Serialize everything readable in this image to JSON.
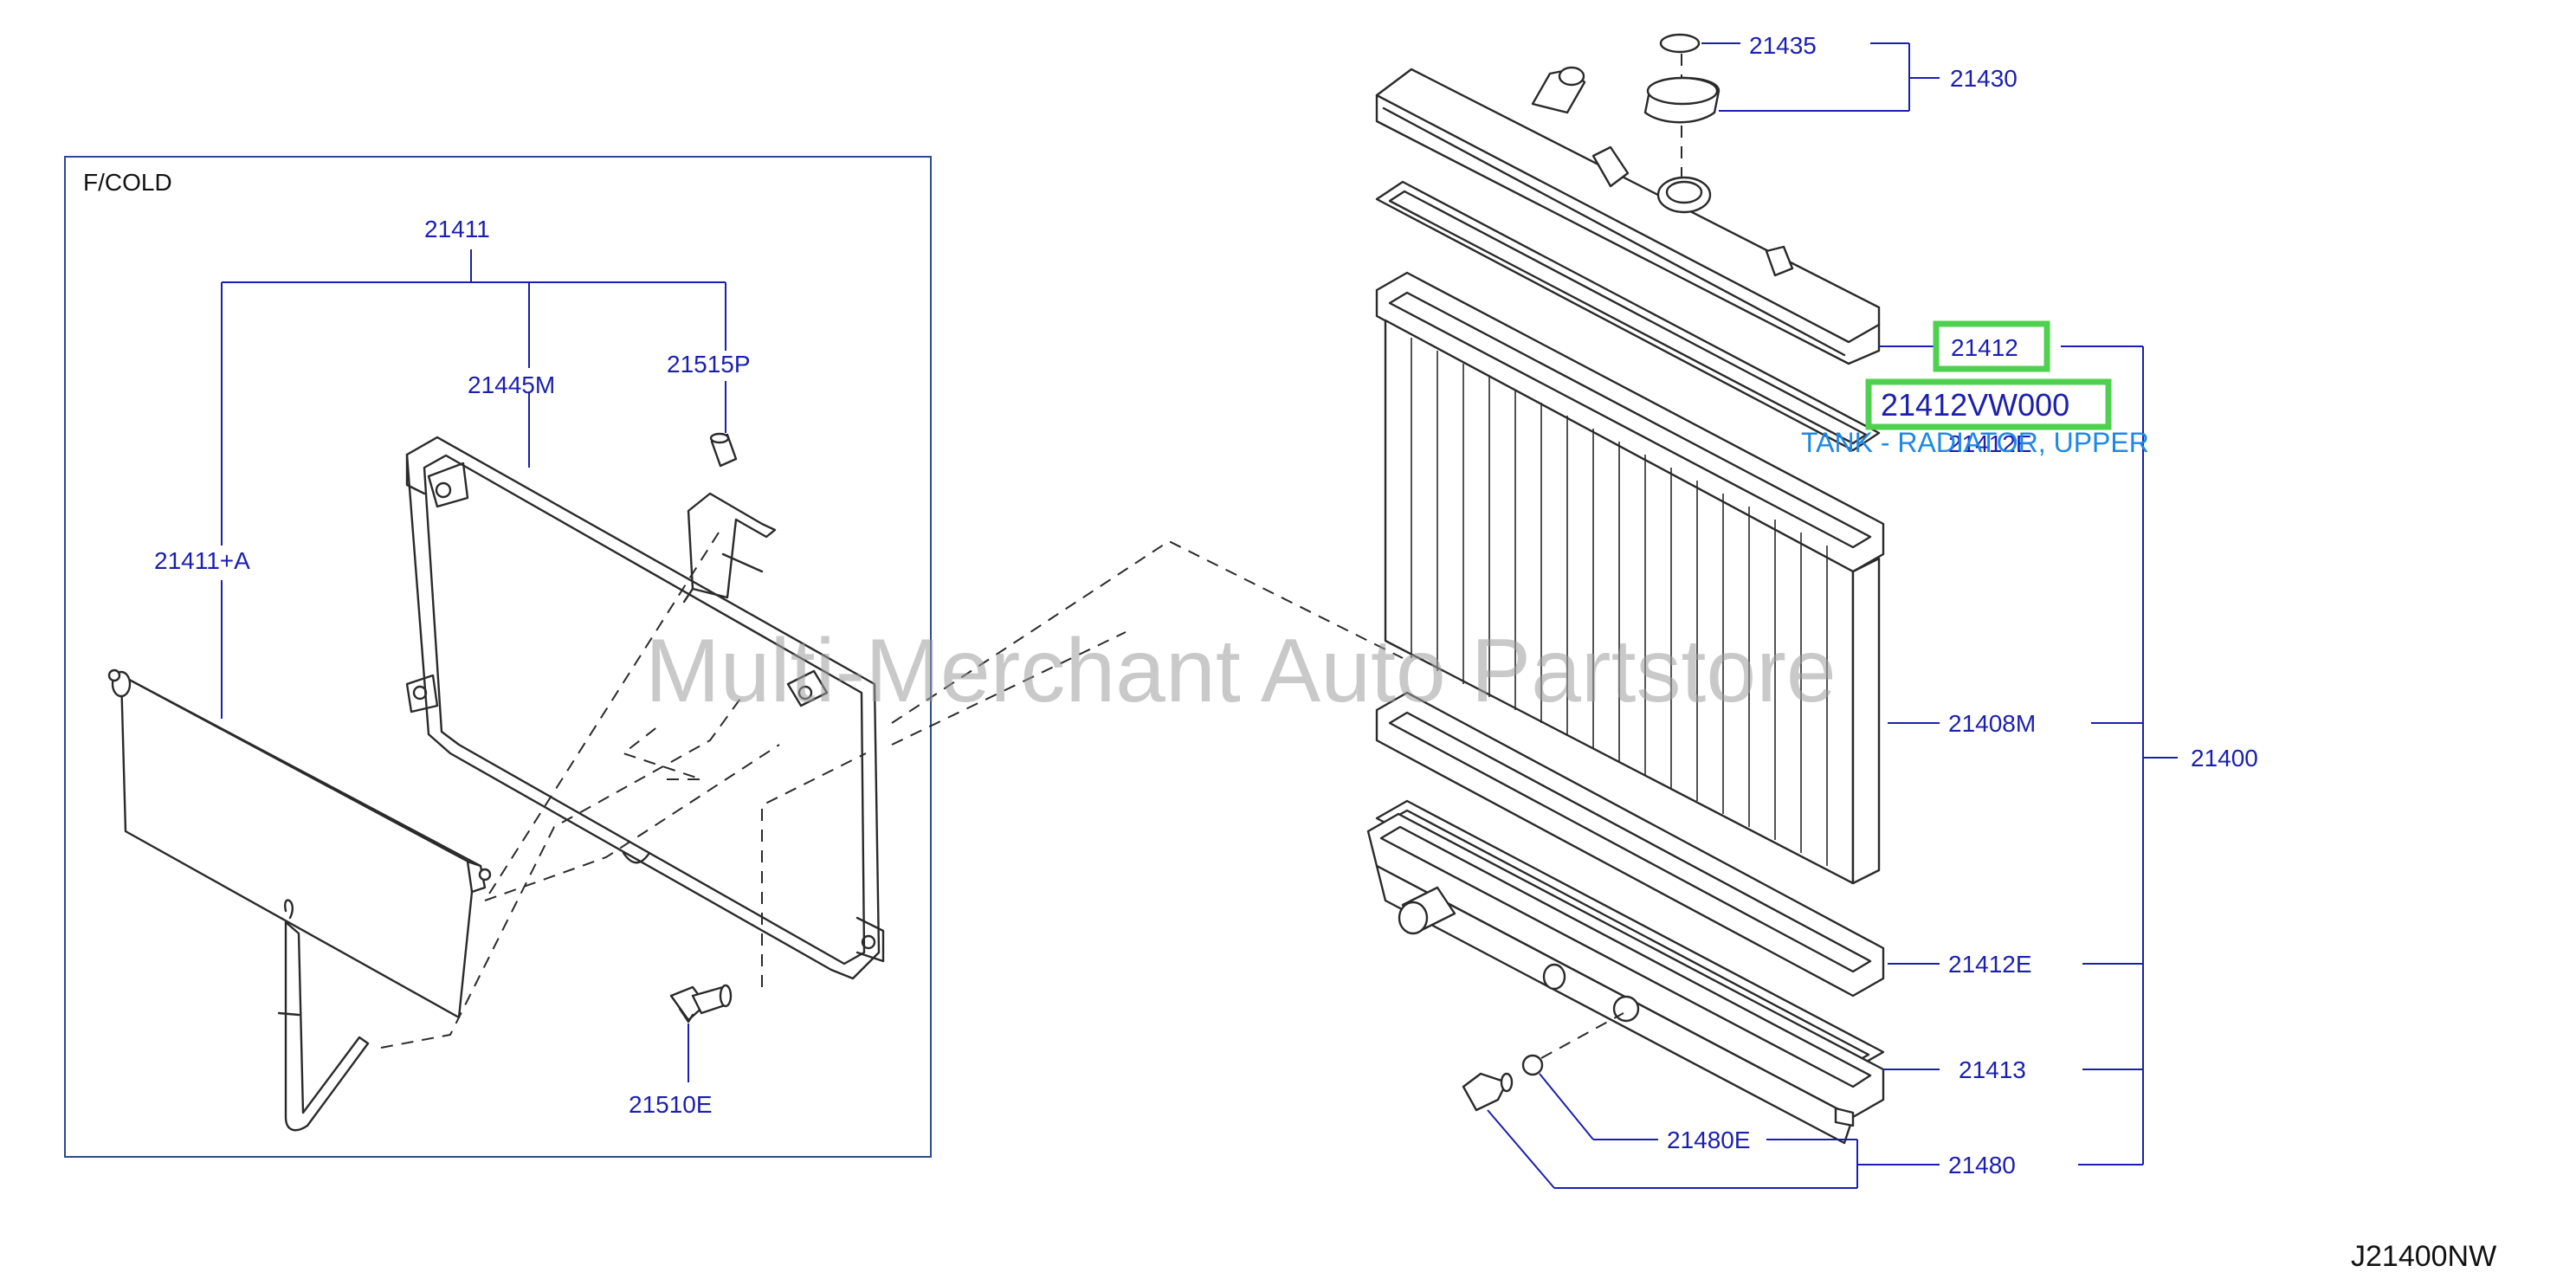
{
  "frame": {
    "title": "F/COLD"
  },
  "parts": {
    "p21411": "21411",
    "p21445M": "21445M",
    "p21515P": "21515P",
    "p21411A": "21411+A",
    "p21510E": "21510E",
    "p21435": "21435",
    "p21430": "21430",
    "p21412": "21412",
    "p21412E_upper": "21412E",
    "p21408M": "21408M",
    "p21400": "21400",
    "p21412E": "21412E",
    "p21413": "21413",
    "p21480E": "21480E",
    "p21480": "21480"
  },
  "highlight": {
    "part_number": "21412VW000",
    "description": "TANK - RADIATOR, UPPER",
    "box_color": "#4fd14f",
    "text_color": "#1e88e5"
  },
  "watermark": "Multi-Merchant Auto Partstore",
  "diagram_id": "J21400NW",
  "colors": {
    "label": "#1a1fb0",
    "line": "#2a2a2a"
  }
}
